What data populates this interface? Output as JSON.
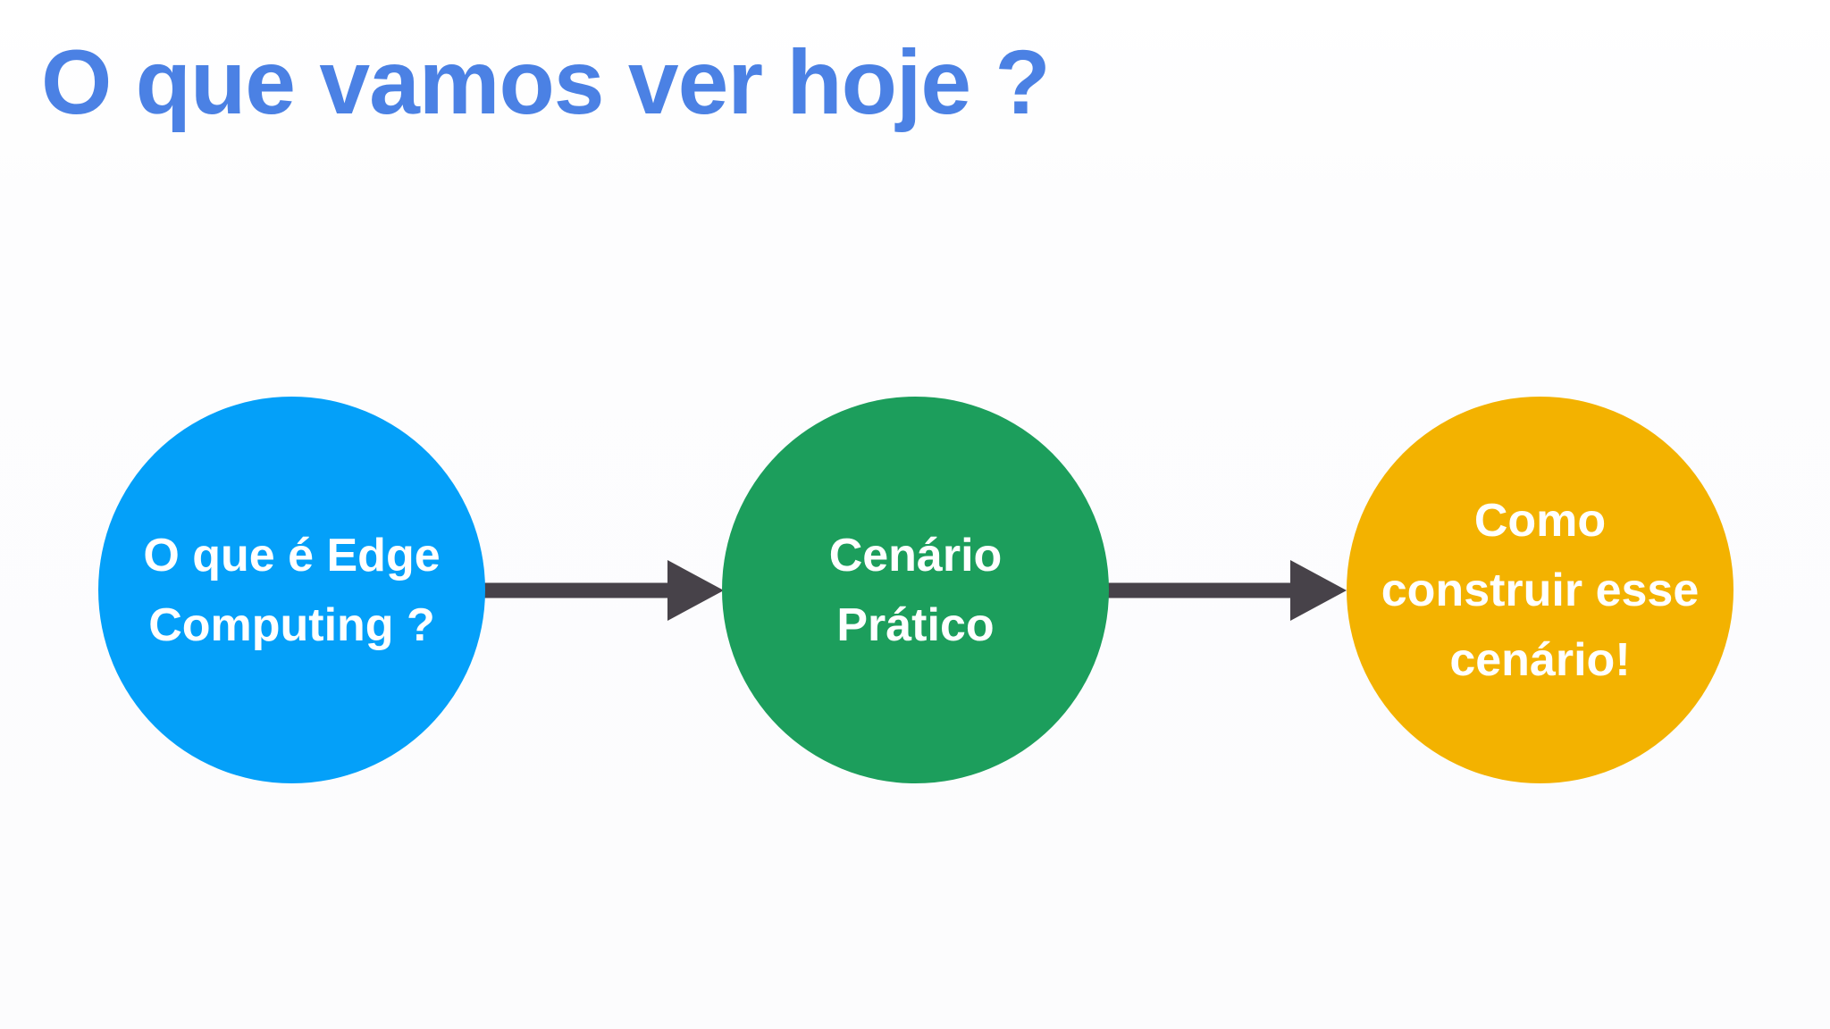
{
  "slide": {
    "title": "O que vamos ver hoje ?"
  },
  "diagram": {
    "type": "flow",
    "direction": "left-to-right",
    "steps": [
      {
        "id": "step-1",
        "lines": [
          "O que é Edge",
          "Computing ?"
        ],
        "full_label": "O que é Edge Computing ?"
      },
      {
        "id": "step-2",
        "lines": [
          "Cenário",
          "Prático"
        ],
        "full_label": "Cenário Prático"
      },
      {
        "id": "step-3",
        "lines": [
          "Como",
          "construir esse",
          "cenário!"
        ],
        "full_label": "Como construir esse cenário!"
      }
    ],
    "connections": [
      {
        "from": "step-1",
        "to": "step-2",
        "style": "solid-arrow"
      },
      {
        "from": "step-2",
        "to": "step-3",
        "style": "solid-arrow"
      }
    ]
  },
  "colors": {
    "title": "#4b81e4",
    "step1": "#04a0f9",
    "step2": "#1c9e5c",
    "step3": "#f3b200",
    "arrow": "#474249",
    "circle_text": "#ffffff",
    "background": "#fdfdfe"
  }
}
